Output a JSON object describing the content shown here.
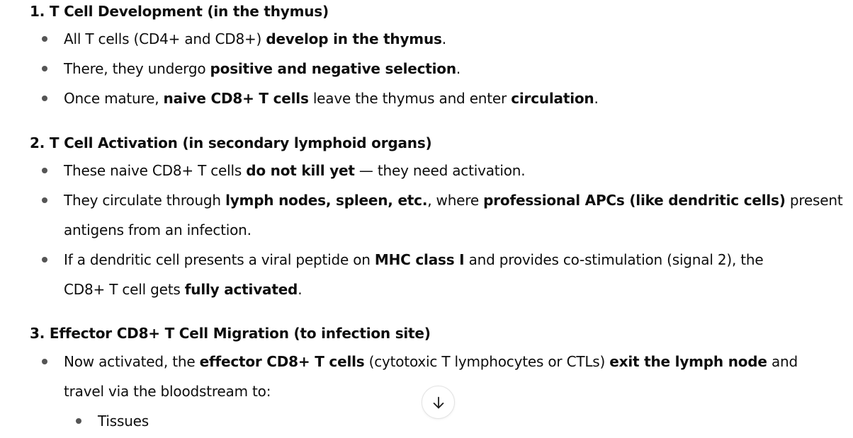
{
  "sections": [
    {
      "heading": "1. T Cell Development (in the thymus)",
      "bullets": [
        [
          {
            "t": "All T cells (CD4+ and CD8+) "
          },
          {
            "t": "develop in the thymus",
            "b": true
          },
          {
            "t": "."
          }
        ],
        [
          {
            "t": "There, they undergo "
          },
          {
            "t": "positive and negative selection",
            "b": true
          },
          {
            "t": "."
          }
        ],
        [
          {
            "t": "Once mature, "
          },
          {
            "t": "naive CD8+ T cells",
            "b": true
          },
          {
            "t": " leave the thymus and enter "
          },
          {
            "t": "circulation",
            "b": true
          },
          {
            "t": "."
          }
        ]
      ]
    },
    {
      "heading": "2. T Cell Activation (in secondary lymphoid organs)",
      "bullets": [
        [
          {
            "t": "These naive CD8+ T cells "
          },
          {
            "t": "do not kill yet",
            "b": true
          },
          {
            "t": " — they need activation."
          }
        ],
        [
          {
            "t": "They circulate through "
          },
          {
            "t": "lymph nodes, spleen, etc.",
            "b": true
          },
          {
            "t": ", where "
          },
          {
            "t": "professional APCs (like dendritic cells)",
            "b": true
          },
          {
            "t": " present"
          }
        ],
        [
          {
            "t": "antigens from an infection."
          }
        ],
        [
          {
            "t": "If a dendritic cell presents a viral peptide on "
          },
          {
            "t": "MHC class I",
            "b": true
          },
          {
            "t": " and provides co-stimulation (signal 2), the"
          }
        ],
        [
          {
            "t": "CD8+ T cell gets "
          },
          {
            "t": "fully activated",
            "b": true
          },
          {
            "t": "."
          }
        ]
      ]
    },
    {
      "heading": "3. Effector CD8+ T Cell Migration (to infection site)",
      "bullets": [
        [
          {
            "t": "Now activated, the "
          },
          {
            "t": "effector CD8+ T cells",
            "b": true
          },
          {
            "t": " (cytotoxic T lymphocytes or CTLs) "
          },
          {
            "t": "exit the lymph node",
            "b": true
          },
          {
            "t": " and"
          }
        ],
        [
          {
            "t": "travel via the bloodstream to:"
          }
        ]
      ],
      "sub_bullets": [
        [
          {
            "t": "Tissues"
          }
        ]
      ]
    }
  ],
  "icons": {
    "scroll_down": "arrow-down-icon"
  }
}
